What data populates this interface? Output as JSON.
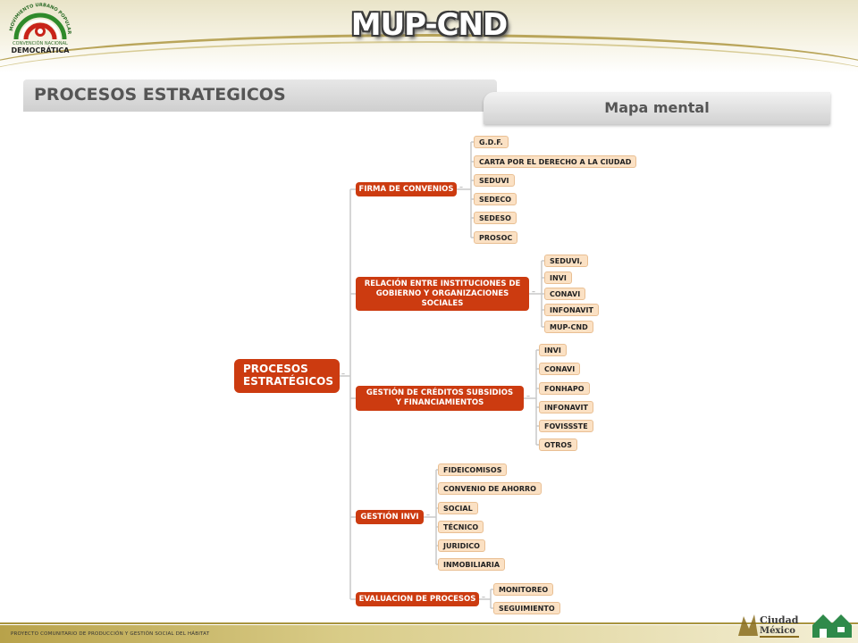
{
  "header": {
    "title": "MUP-CND",
    "logo_arc_text": "MOVIMIENTO URBANO POPULAR",
    "logo_line1": "CONVENCIÓN NACIONAL",
    "logo_line2": "DEMOCRÁTICA"
  },
  "section": {
    "title": "PROCESOS ESTRATEGICOS",
    "tab_label": "Mapa mental"
  },
  "mindmap": {
    "root": "PROCESOS ESTRATÉGICOS",
    "branches": [
      {
        "label": "FIRMA DE CONVENIOS",
        "leaves": [
          "G.D.F.",
          "CARTA POR EL DERECHO A LA CIUDAD",
          "SEDUVI",
          "SEDECO",
          "SEDESO",
          "PROSOC"
        ]
      },
      {
        "label": "RELACIÓN ENTRE INSTITUCIONES DE GOBIERNO Y ORGANIZACIONES SOCIALES",
        "leaves": [
          "SEDUVI,",
          "INVI",
          "CONAVI",
          "INFONAVIT",
          "MUP-CND"
        ]
      },
      {
        "label": "GESTIÓN DE CRÉDITOS SUBSIDIOS Y FINANCIAMIENTOS",
        "leaves": [
          "INVI",
          "CONAVI",
          "FONHAPO",
          "INFONAVIT",
          "FOVISSSTE",
          "OTROS"
        ]
      },
      {
        "label": "GESTIÓN INVI",
        "leaves": [
          "FIDEICOMISOS",
          "CONVENIO DE AHORRO",
          "SOCIAL",
          "TÉCNICO",
          "JURIDICO",
          "INMOBILIARIA"
        ]
      },
      {
        "label": "EVALUACION DE PROCESOS",
        "leaves": [
          "MONITOREO",
          "SEGUIMIENTO"
        ]
      }
    ]
  },
  "footer": {
    "text": "PROYECTO COMUNITARIO DE PRODUCCIÓN Y GESTIÓN SOCIAL DEL HÁBITAT",
    "logo_city_line1": "Ciudad",
    "logo_city_line2": "México"
  },
  "colors": {
    "node": "#cc3b10",
    "leaf_fill": "#fbe1c4",
    "leaf_border": "#e9bf93",
    "header_gold": "#b9a55a"
  }
}
